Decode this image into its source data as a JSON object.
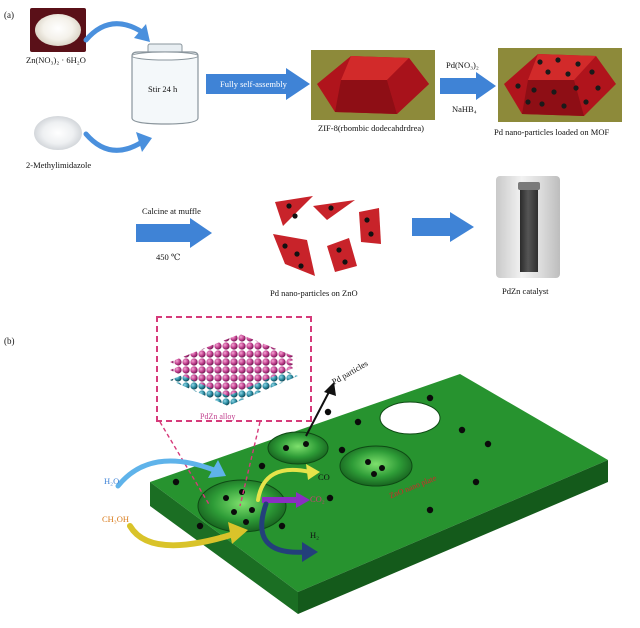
{
  "panel_a": {
    "label": "(a)",
    "zn_salt": "Zn(NO₃)₂ · 6H₂O",
    "methylimidazole": "2-Methylimidazole",
    "beaker_text": "Stir 24 h",
    "arrow1_text": "Fully self-assembly",
    "zif8_caption": "ZIF-8(rbombic dodecahdrdrea)",
    "pd_reagent_top": "Pd(NO₃)₂",
    "pd_reagent_bottom": "NaHB₄",
    "mof_caption": "Pd nano-particles loaded on MOF",
    "calcine_top": "Calcine at muffle",
    "calcine_bottom": "450 ℃",
    "zno_caption": "Pd nano-particles on ZnO",
    "catalyst_caption": "PdZn catalyst"
  },
  "panel_b": {
    "label": "(b)",
    "alloy_label": "PdZn alloy",
    "pd_particles": "Pd particles",
    "h2o": "H₂O",
    "ch3oh": "CH₃OH",
    "co": "CO",
    "co2": "CO₂",
    "h2": "H₂",
    "plate_label": "ZnO nano plate"
  },
  "colors": {
    "arrow_blue": "#3f83d6",
    "crystal_red": "#b0141c",
    "plate_green": "#1f8a2e",
    "alloy_pink": "#c2418f",
    "alloy_teal": "#2a8aa0",
    "thumb_olive": "#8d8a3a"
  }
}
